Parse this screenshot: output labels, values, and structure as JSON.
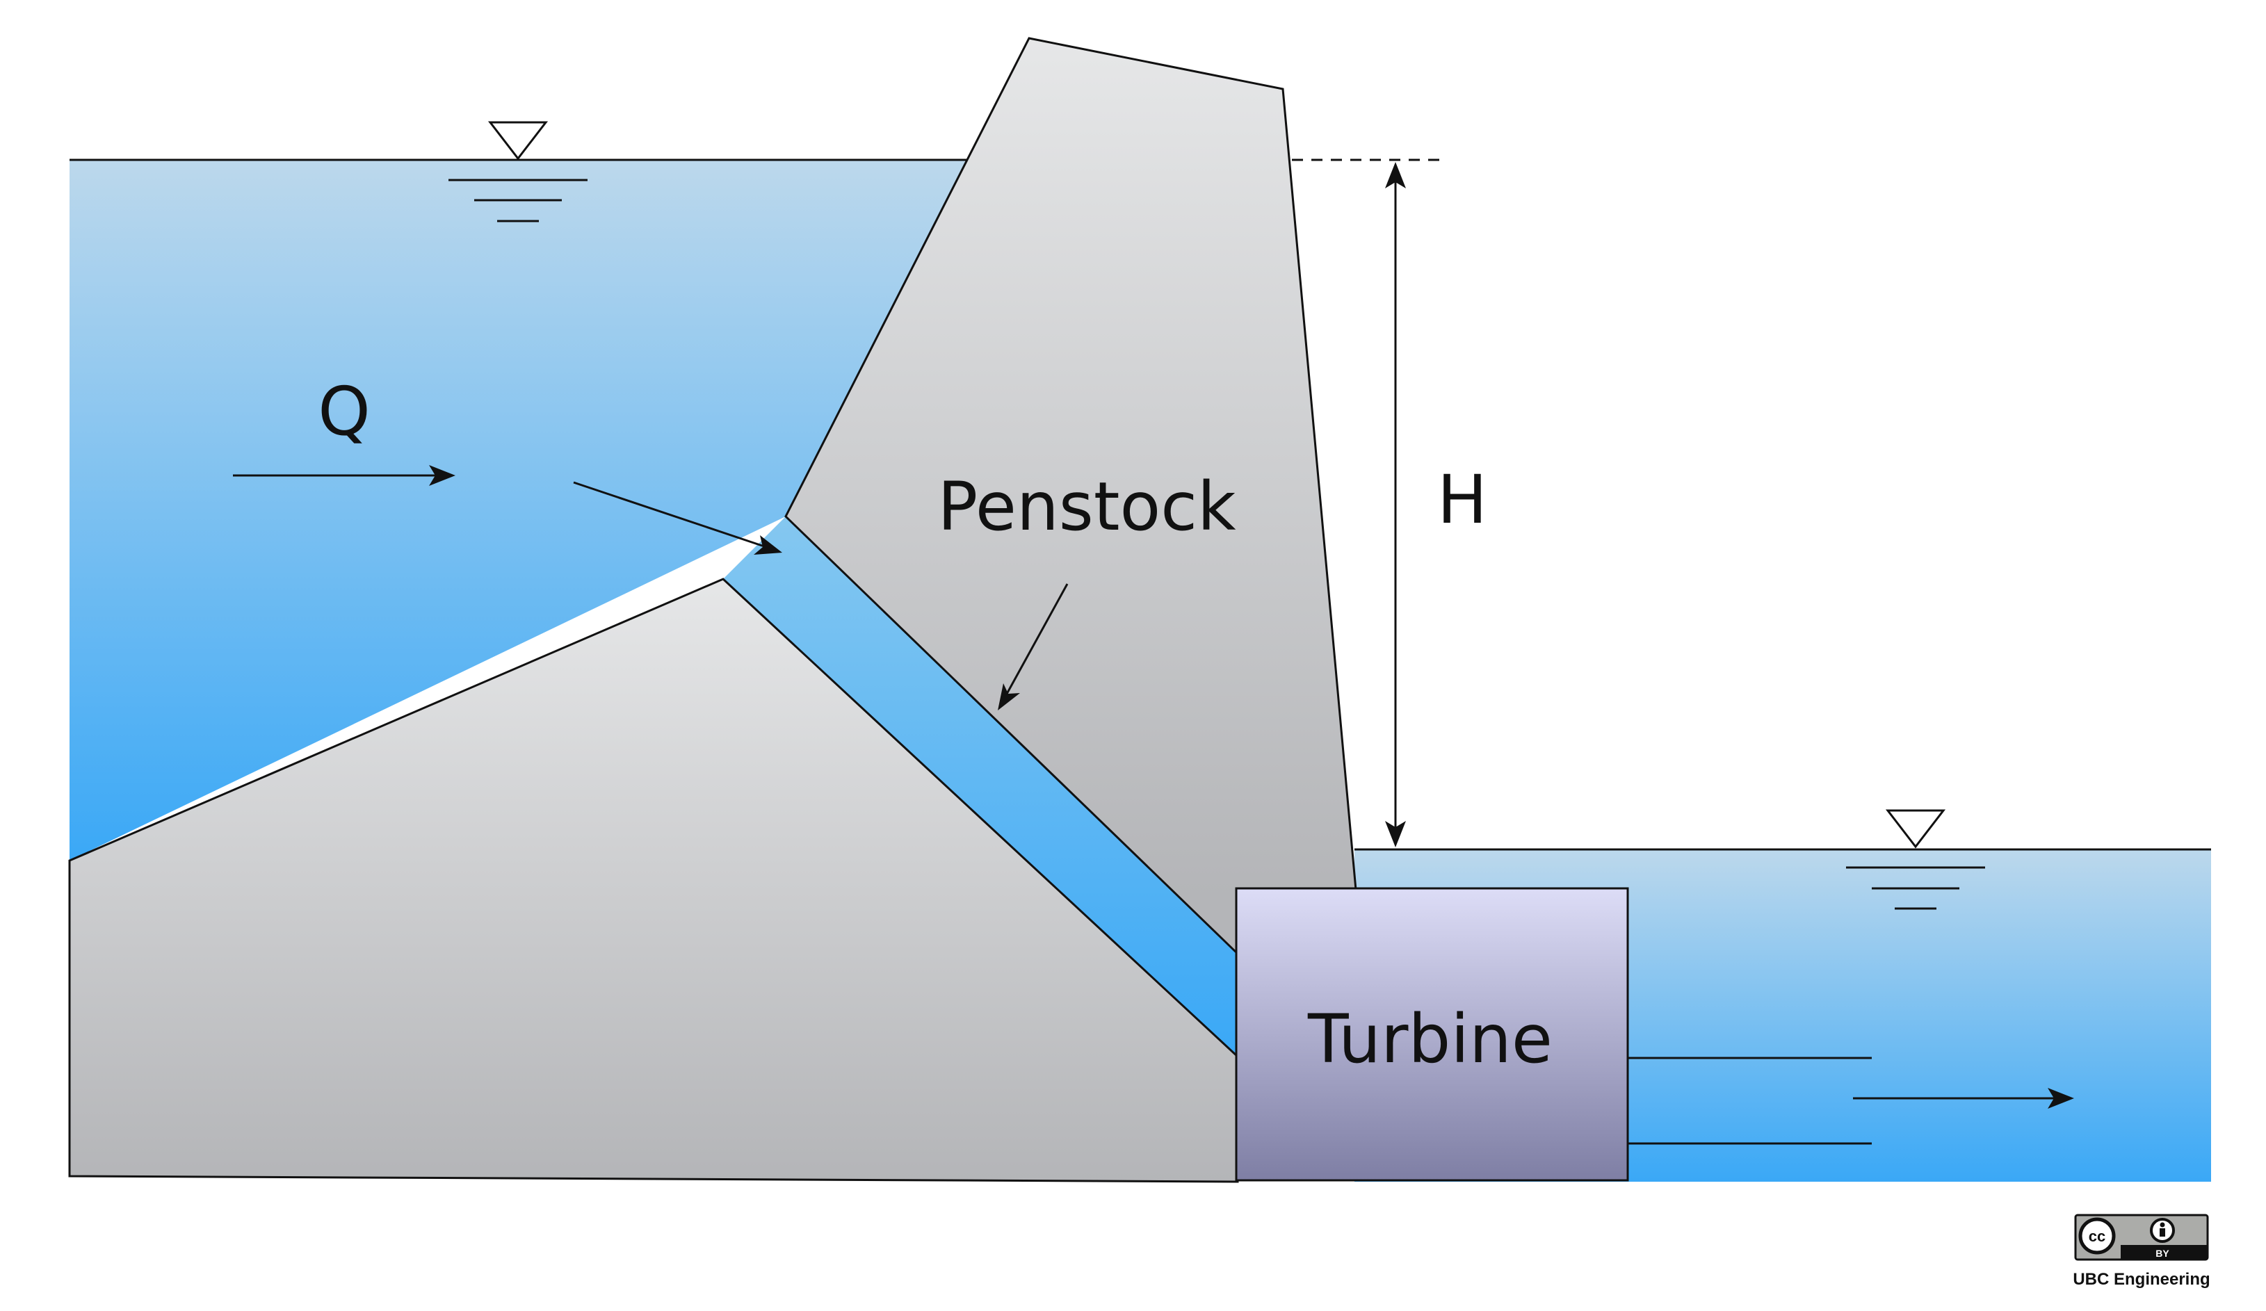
{
  "labels": {
    "flow": "Q",
    "penstock": "Penstock",
    "head": "H",
    "turbine": "Turbine"
  },
  "license": {
    "cc": "cc",
    "by": "BY",
    "credit": "UBC Engineering"
  },
  "colors": {
    "water_top": "#bcd8ec",
    "water_bottom": "#3aa8f6",
    "concrete_top": "#e6e7e8",
    "concrete_bottom": "#b4b5b8",
    "turbine_top": "#dcdcf6",
    "turbine_bottom": "#7e7ea4",
    "stroke": "#111111"
  }
}
